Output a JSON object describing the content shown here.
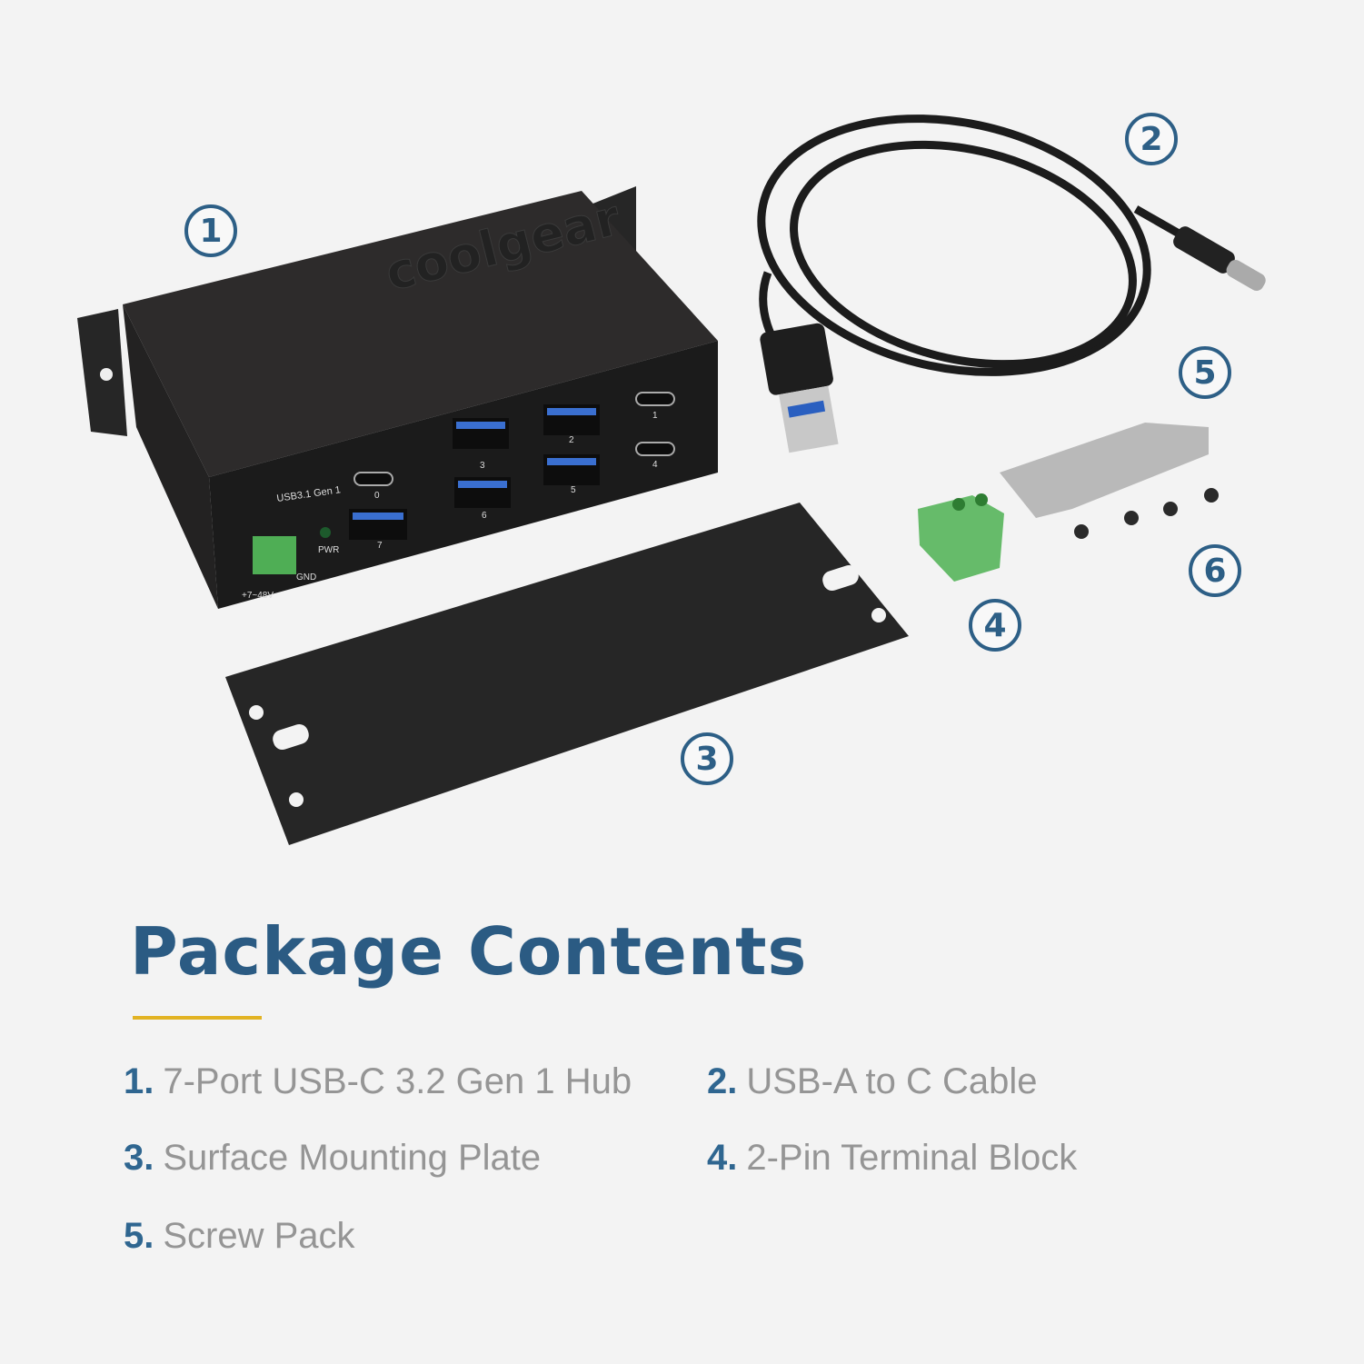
{
  "title": "Package Contents",
  "callouts": [
    "1",
    "2",
    "3",
    "4",
    "5",
    "6"
  ],
  "items": [
    {
      "num": "1.",
      "label": "7-Port USB-C 3.2 Gen 1 Hub"
    },
    {
      "num": "2.",
      "label": "USB-A to C Cable"
    },
    {
      "num": "3.",
      "label": "Surface Mounting Plate"
    },
    {
      "num": "4.",
      "label": "2-Pin Terminal Block"
    },
    {
      "num": "5.",
      "label": "Screw Pack"
    }
  ],
  "hub": {
    "brand_logo": "coolgear",
    "usb_label": "USB3.1 Gen 1",
    "port_numbers": [
      "0",
      "1",
      "2",
      "3",
      "4",
      "5",
      "6",
      "7"
    ],
    "power_label": "PWR",
    "voltage_label": "+7~48V",
    "ground_label": "GND"
  },
  "colors": {
    "title": "#2b5b83",
    "number": "#2f6690",
    "text": "#959595",
    "accent_rule": "#e2b323",
    "background": "#f3f3f3"
  }
}
